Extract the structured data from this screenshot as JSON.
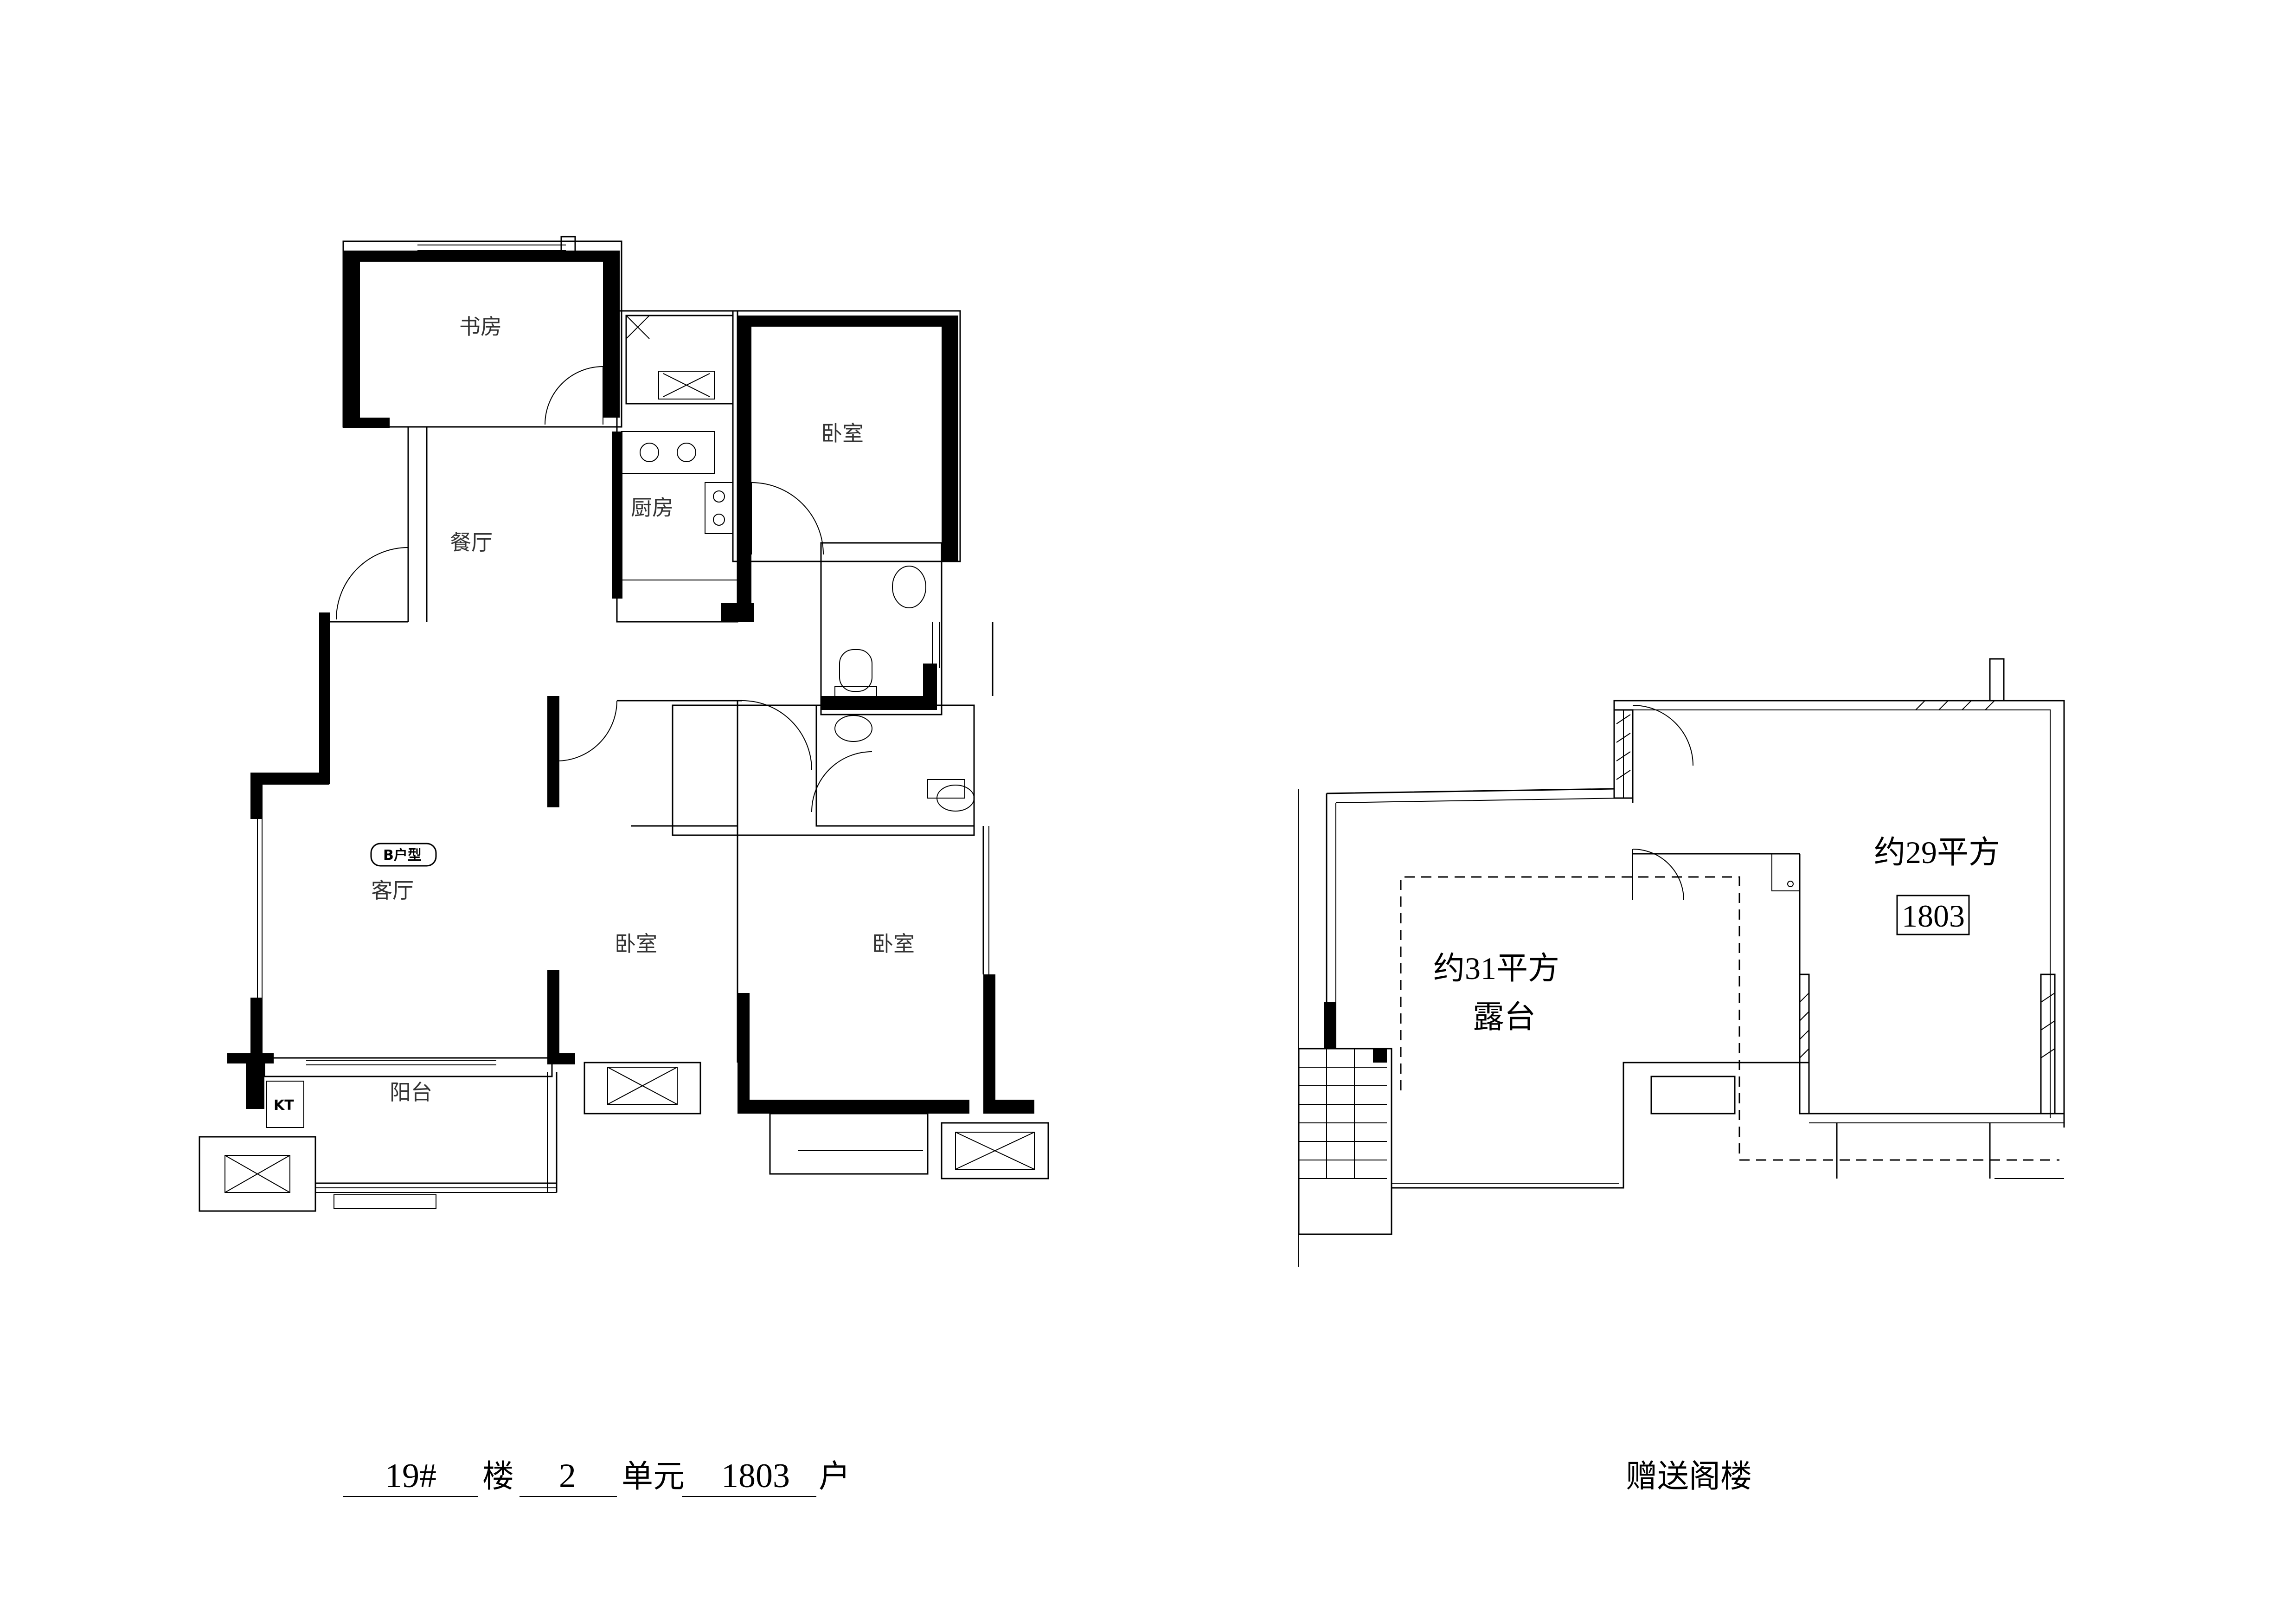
{
  "floor_plan": {
    "rooms": {
      "study": "书房",
      "dining": "餐厅",
      "kitchen": "厨房",
      "bedroom_ne": "卧室",
      "living": "客厅",
      "bedroom_mid": "卧室",
      "bedroom_se": "卧室",
      "balcony": "阳台"
    },
    "unit_type_tag": "B户型",
    "ac_label": "KT"
  },
  "attic_plan": {
    "terrace_area": "约31平方",
    "terrace_label": "露台",
    "attic_area": "约29平方",
    "unit_box": "1803"
  },
  "caption": {
    "building": "19#",
    "building_word": "楼",
    "unit": "2",
    "unit_word": "单元",
    "room_no": "1803",
    "room_word": "户",
    "attic_caption": "赠送阁楼"
  }
}
